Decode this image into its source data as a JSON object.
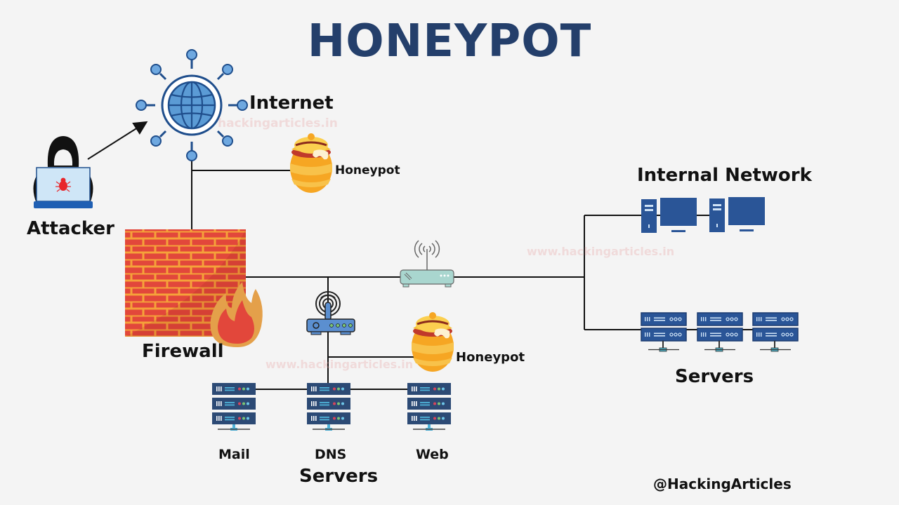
{
  "title": "HONEYPOT",
  "nodes": {
    "attacker": {
      "label": "Attacker",
      "icon": "hacker-laptop-icon"
    },
    "internet": {
      "label": "Internet",
      "icon": "globe-network-icon"
    },
    "honeypot_external": {
      "label": "Honeypot",
      "icon": "honey-pot-icon"
    },
    "firewall": {
      "label": "Firewall",
      "icon": "firewall-brick-icon"
    },
    "router_main": {
      "icon": "wifi-router-icon"
    },
    "router_dmz": {
      "icon": "wifi-router-icon"
    },
    "honeypot_internal": {
      "label": "Honeypot",
      "icon": "honey-pot-icon"
    },
    "internal_network": {
      "label": "Internal Network",
      "icon": "desktop-computer-icon",
      "count": 2
    },
    "internal_servers": {
      "label": "Servers",
      "icon": "server-rack-icon",
      "count": 3
    },
    "dmz_servers": {
      "label": "Servers",
      "items": [
        {
          "label": "Mail",
          "icon": "server-rack-icon"
        },
        {
          "label": "DNS",
          "icon": "server-rack-icon"
        },
        {
          "label": "Web",
          "icon": "server-rack-icon"
        }
      ]
    }
  },
  "edges": [
    [
      "attacker",
      "internet"
    ],
    [
      "internet",
      "honeypot_external"
    ],
    [
      "internet",
      "firewall"
    ],
    [
      "firewall",
      "router_main"
    ],
    [
      "router_main",
      "internal_network"
    ],
    [
      "router_main",
      "internal_servers"
    ],
    [
      "firewall",
      "router_dmz"
    ],
    [
      "router_dmz",
      "honeypot_internal"
    ],
    [
      "router_dmz",
      "dmz_servers"
    ]
  ],
  "watermarks": [
    "hackingarticles.in",
    "www.hackingarticles.in",
    "www.hackingarticles.in"
  ],
  "credit": "@HackingArticles",
  "colors": {
    "title": "#243f6b",
    "line": "#111111",
    "globe": "#5b9bd5",
    "globe_dark": "#1f4e8c",
    "brick": "#e2473b",
    "mortar": "#f5a23a",
    "pot": "#f5a623",
    "server": "#2c4a75",
    "internal_blue": "#2a5597"
  }
}
